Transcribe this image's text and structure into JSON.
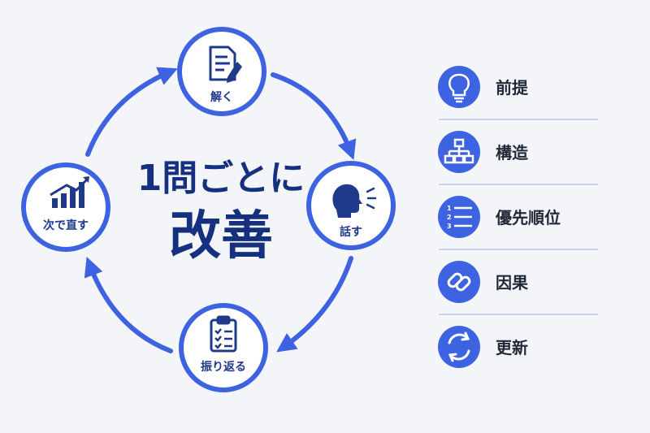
{
  "colors": {
    "accent": "#3d63e0",
    "title": "#14307e",
    "label": "#1f3a8a",
    "divider": "#b9c6e4",
    "background": "#f3f5f9"
  },
  "center": {
    "line1": "1問ごとに",
    "line2": "改善"
  },
  "cycle": [
    {
      "label": "解く",
      "icon": "document-pencil-icon"
    },
    {
      "label": "話す",
      "icon": "speaking-head-icon"
    },
    {
      "label": "振り返る",
      "icon": "checklist-clipboard-icon"
    },
    {
      "label": "次で直す",
      "icon": "growth-chart-icon"
    }
  ],
  "checklist": [
    {
      "label": "前提",
      "icon": "lightbulb-icon"
    },
    {
      "label": "構造",
      "icon": "hierarchy-icon"
    },
    {
      "label": "優先順位",
      "icon": "numbered-list-icon"
    },
    {
      "label": "因果",
      "icon": "chain-link-icon"
    },
    {
      "label": "更新",
      "icon": "refresh-icon"
    }
  ]
}
